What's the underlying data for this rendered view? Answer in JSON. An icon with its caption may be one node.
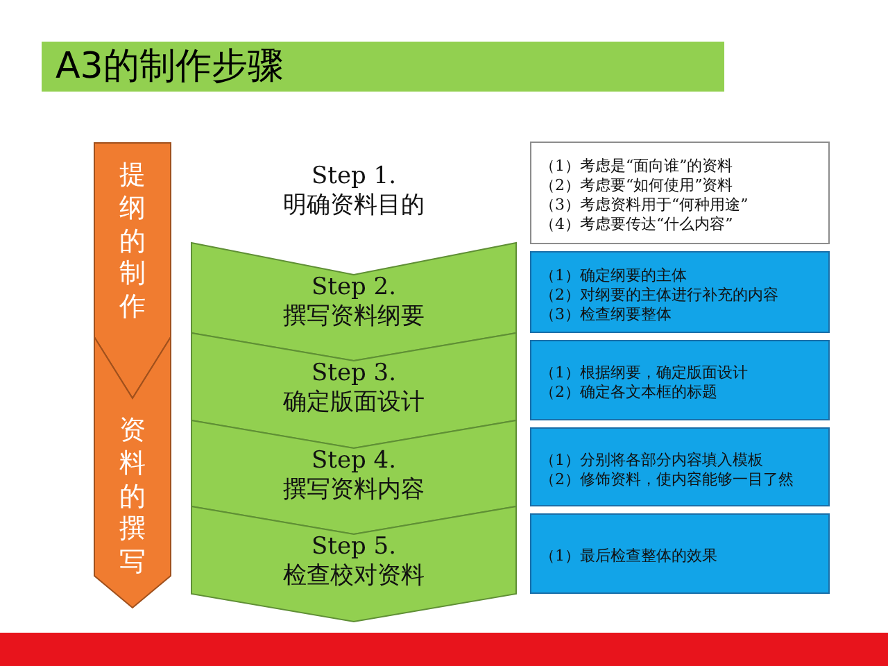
{
  "diagram": {
    "title": "A3的制作步骤",
    "nodes": [
      {
        "text": [
          "提纲的制作"
        ]
      },
      {
        "text": [
          "资料的撰写"
        ]
      },
      {
        "text": [
          "Step 1.",
          "明确资料目的"
        ]
      },
      {
        "text": [
          "Step 2.",
          "撰写资料纲要"
        ]
      },
      {
        "text": [
          "Step 3.",
          "确定版面设计"
        ]
      },
      {
        "text": [
          "Step 4.",
          "撰写资料内容"
        ]
      },
      {
        "text": [
          "Step 5.",
          "检查校对资料"
        ]
      },
      {
        "text": [
          "（1）考虑是“面向谁”的资料",
          "（2）考虑要“如何使用”资料",
          "（3）考虑资料用于“何种用途”",
          "（4）考虑要传达“什么内容”"
        ]
      },
      {
        "text": [
          "（1）确定纲要的主体",
          "（2）对纲要的主体进行补充的内容",
          "（3）检查纲要整体"
        ]
      },
      {
        "text": [
          "（1）根据纲要，确定版面设计",
          "（2）确定各文本框的标题"
        ]
      },
      {
        "text": [
          "（1）分别将各部分内容填入模板",
          "（2）修饰资料，使内容能够一目了然"
        ]
      },
      {
        "text": [
          "（1）最后检查整体的效果"
        ]
      }
    ]
  }
}
